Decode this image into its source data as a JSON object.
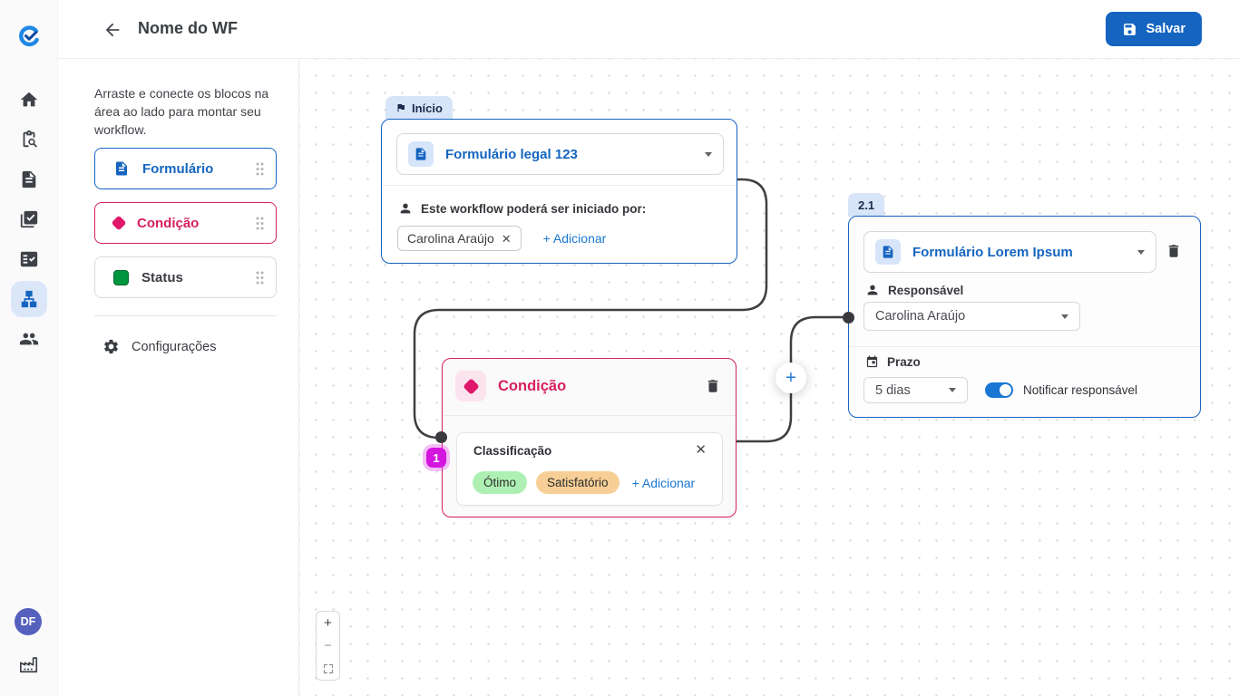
{
  "header": {
    "title": "Nome do WF",
    "save_label": "Salvar"
  },
  "sidebar": {
    "avatar_initials": "DF"
  },
  "panel": {
    "instructions": "Arraste e conecte os blocos na área ao lado para montar seu workflow.",
    "blocks": [
      {
        "label": "Formulário",
        "color": "#1565C0"
      },
      {
        "label": "Condição",
        "color": "#D6205F"
      },
      {
        "label": "Status",
        "color": "#00953F"
      }
    ],
    "settings_label": "Configurações"
  },
  "canvas": {
    "start_node": {
      "tag": "Início",
      "form_select": "Formulário legal 123",
      "initiators_label": "Este workflow poderá ser iniciado por:",
      "chip": "Carolina Araújo",
      "add_label": "+ Adicionar"
    },
    "condition_node": {
      "title": "Condição",
      "badge": "1",
      "card_title": "Classificação",
      "chips": [
        {
          "label": "Ótimo",
          "bg": "#AEF0B3"
        },
        {
          "label": "Satisfatório",
          "bg": "#F7CF96"
        }
      ],
      "add_label": "+ Adicionar"
    },
    "node21": {
      "tag": "2.1",
      "form_select": "Formulário Lorem Ipsum",
      "responsible_label": "Responsável",
      "responsible_value": "Carolina Araújo",
      "deadline_label": "Prazo",
      "deadline_value": "5 dias",
      "notify_label": "Notificar responsável"
    },
    "plus_label": "+",
    "zoom_controls": {
      "zoom_in": "+",
      "zoom_out": "−"
    }
  },
  "icons": {
    "close": "✕"
  },
  "colors": {
    "primary_blue": "#1565C0",
    "link_blue": "#1976D2",
    "condition_pink": "#D6205F",
    "status_green": "#00953F",
    "tag_bg": "#D8E5F8",
    "badge_magenta": "#D414DF",
    "edge_line": "#3F3F43"
  }
}
